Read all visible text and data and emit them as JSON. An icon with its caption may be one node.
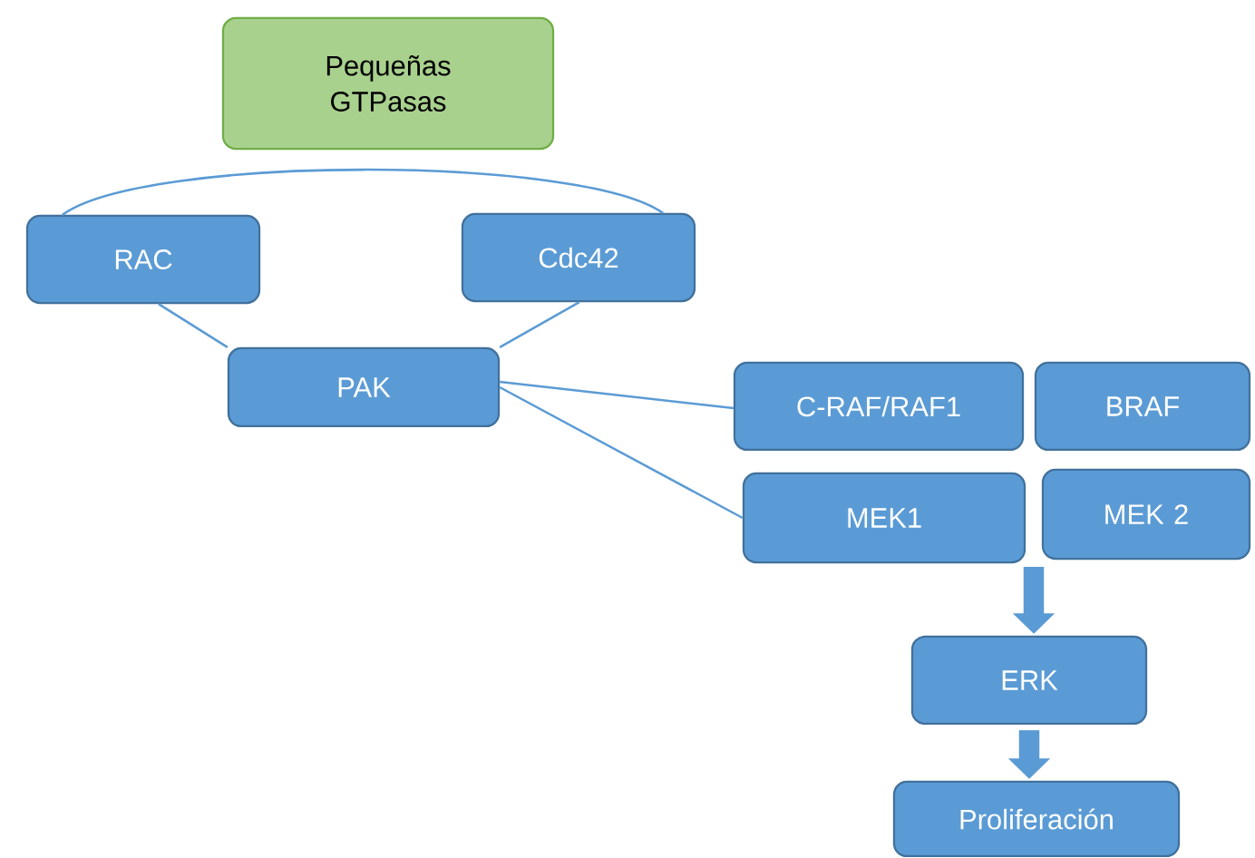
{
  "diagram": {
    "nodes": [
      {
        "text": [
          "Pequeñas GTPasas"
        ]
      },
      {
        "text": [
          "RAC"
        ]
      },
      {
        "text": [
          "Cdc42"
        ]
      },
      {
        "text": [
          "PAK"
        ]
      },
      {
        "text": [
          "C-RAF/RAF1"
        ]
      },
      {
        "text": [
          "BRAF"
        ]
      },
      {
        "text": [
          "MEK1"
        ]
      },
      {
        "text": [
          "MEK 2"
        ]
      },
      {
        "text": [
          "ERK"
        ]
      },
      {
        "text": [
          "Proliferación"
        ]
      }
    ],
    "edges": [
      {
        "from": 1,
        "to": 2,
        "arrow": "none"
      },
      {
        "from": 1,
        "to": 3,
        "arrow": "none"
      },
      {
        "from": 2,
        "to": 3,
        "arrow": "none"
      },
      {
        "from": 3,
        "to": 4,
        "arrow": "none"
      },
      {
        "from": 3,
        "to": 6,
        "arrow": "none"
      },
      {
        "from": 6,
        "to": 8,
        "arrow": "to",
        "style": "thick"
      },
      {
        "from": 7,
        "to": 8,
        "arrow": "to",
        "style": "thick"
      },
      {
        "from": 8,
        "to": 9,
        "arrow": "to",
        "style": "thick"
      }
    ]
  }
}
